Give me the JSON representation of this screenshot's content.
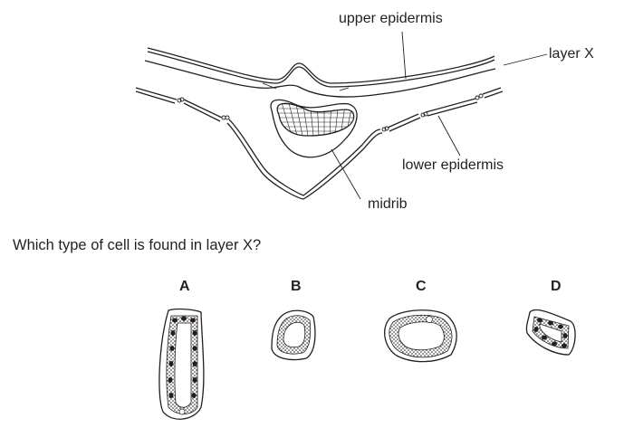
{
  "diagram": {
    "title": "Leaf cross-section near the midrib",
    "labels": {
      "upper_epidermis": "upper epidermis",
      "layer_x": "layer X",
      "lower_epidermis": "lower epidermis",
      "midrib": "midrib"
    }
  },
  "question": {
    "text": "Which type of cell is found in layer X?",
    "options": [
      {
        "letter": "A",
        "description": "elongated cell with many chloroplasts around the edge"
      },
      {
        "letter": "B",
        "description": "small rounded cell with stippled cytoplasm, no chloroplasts"
      },
      {
        "letter": "C",
        "description": "oval cell with stippled cytoplasm, no chloroplasts"
      },
      {
        "letter": "D",
        "description": "irregular cell with some chloroplasts"
      }
    ]
  }
}
